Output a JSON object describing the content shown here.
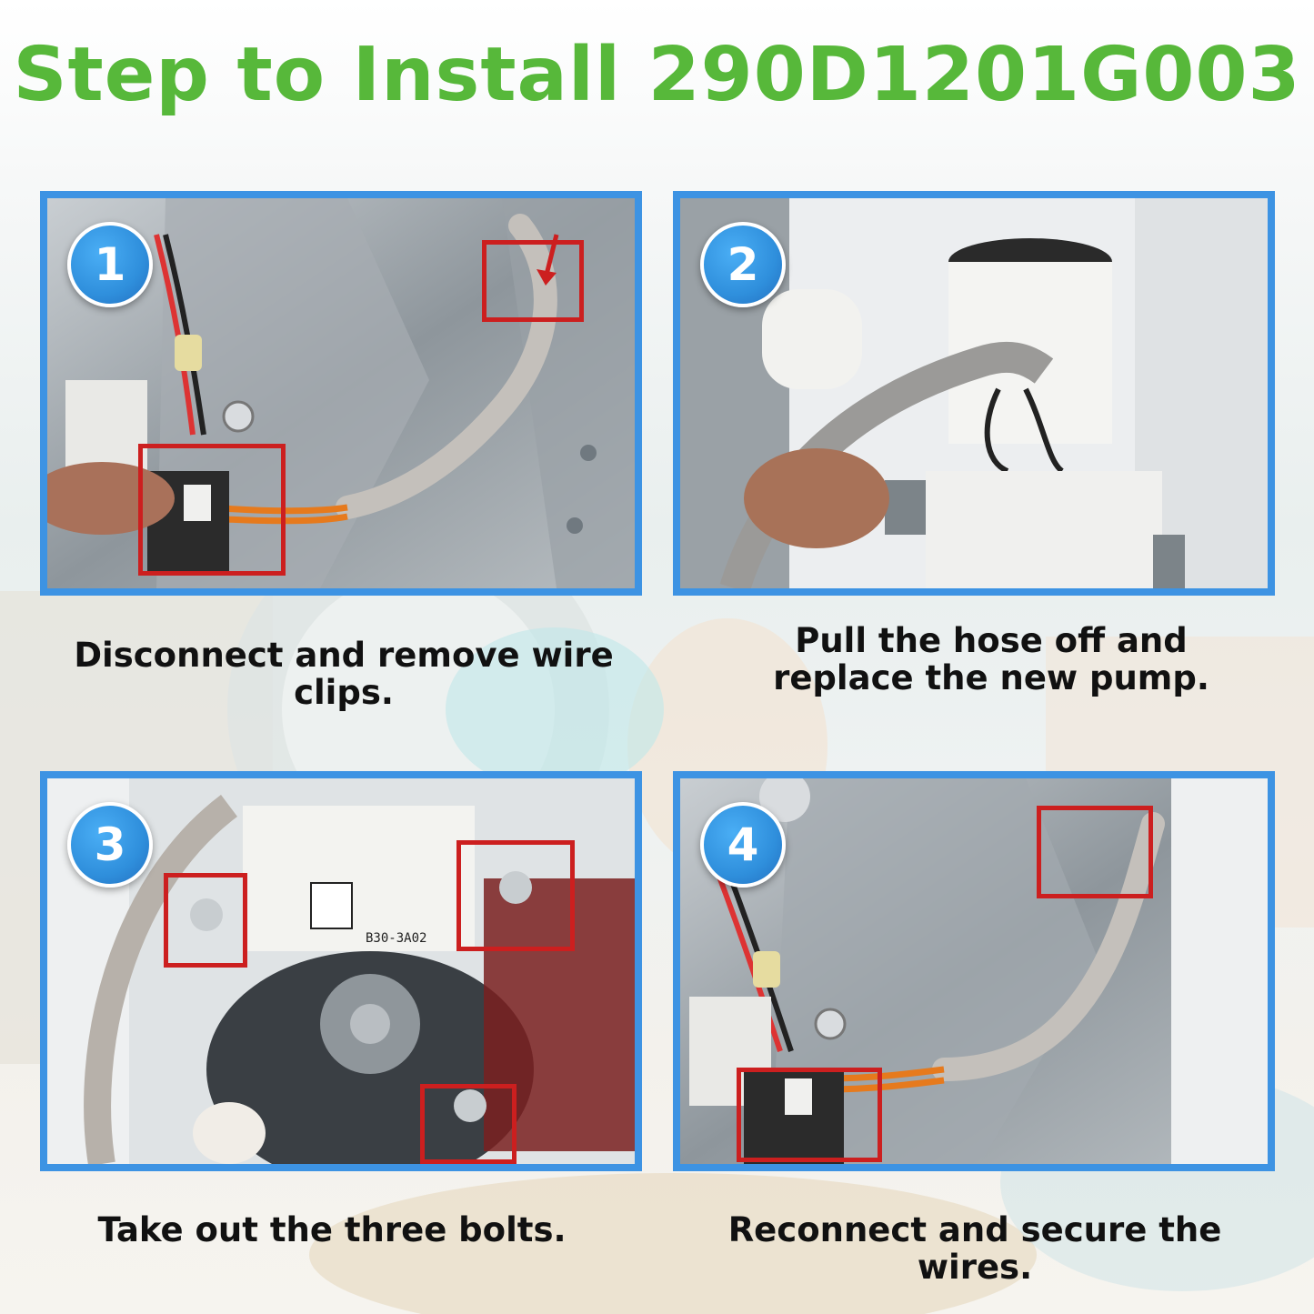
{
  "title": "Step to Install 290D1201G003",
  "colors": {
    "title_green": "#57b83a",
    "frame_blue": "#3d93e3",
    "highlight_red": "#cc1f1f",
    "badge_blue": "#2f8fdc"
  },
  "steps": [
    {
      "number": "1",
      "caption": "Disconnect and remove wire clips."
    },
    {
      "number": "2",
      "caption_line1": "Pull the hose off and",
      "caption_line2": "replace the new pump."
    },
    {
      "number": "3",
      "caption": "Take out the three bolts."
    },
    {
      "number": "4",
      "caption": "Reconnect and secure the wires."
    }
  ],
  "photo_labels": {
    "pump_model": "B30-3A02"
  }
}
